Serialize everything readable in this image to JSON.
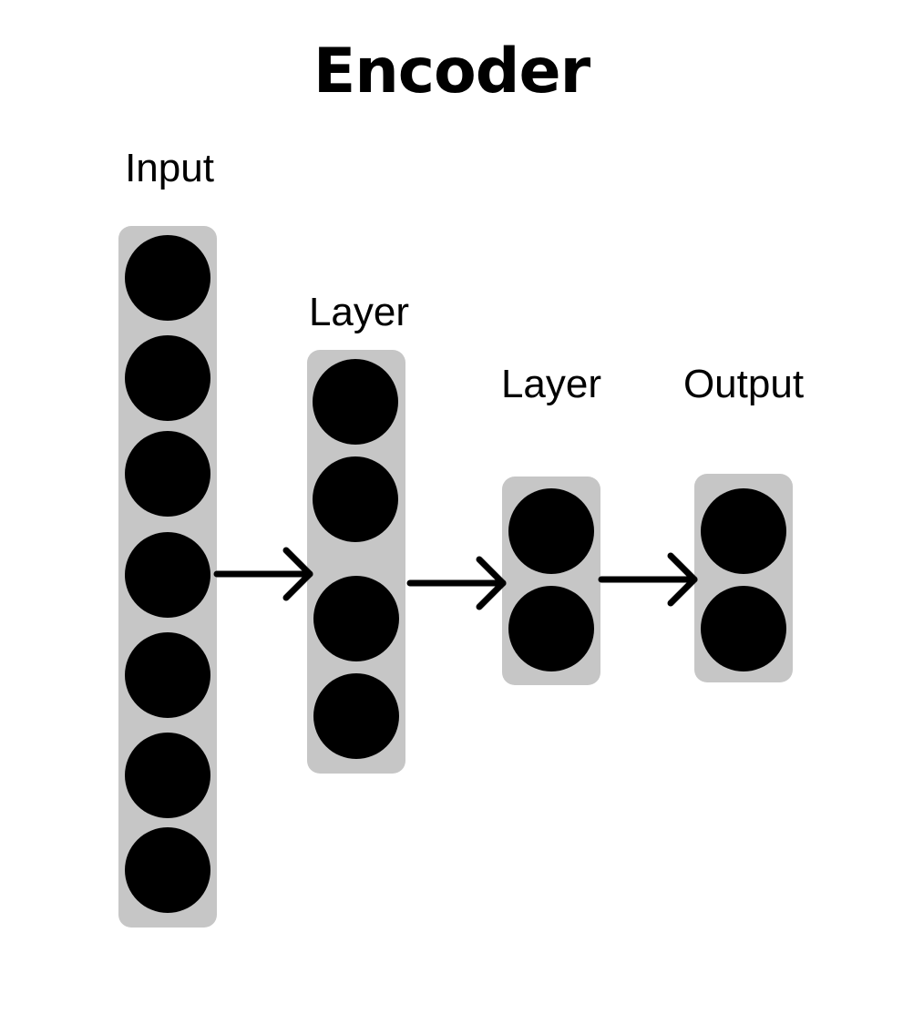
{
  "title": "Encoder",
  "layers": [
    {
      "label": "Input",
      "neurons": 7
    },
    {
      "label": "Layer",
      "neurons": 4
    },
    {
      "label": "Layer",
      "neurons": 2
    },
    {
      "label": "Output",
      "neurons": 2
    }
  ],
  "colors": {
    "panel": "#c6c6c6",
    "neuron": "#000000",
    "arrow": "#000000"
  }
}
